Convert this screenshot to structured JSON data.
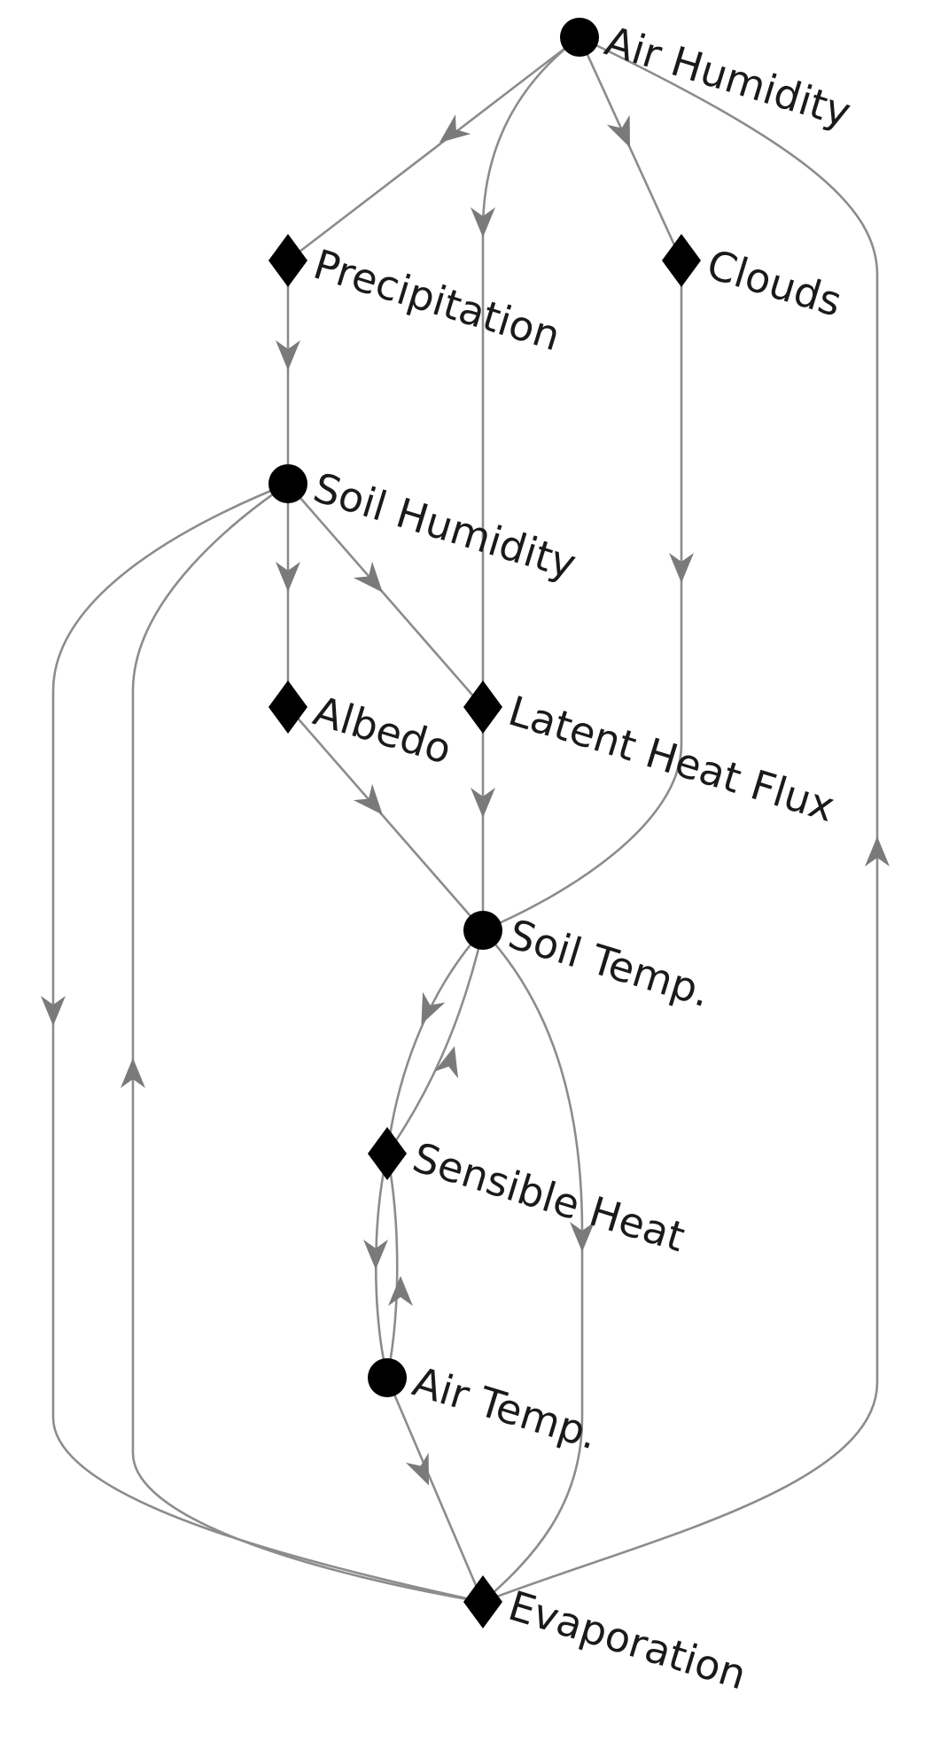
{
  "diagram": {
    "type": "directed-graph",
    "nodes": [
      {
        "id": "air-humidity",
        "label": "Air Humidity",
        "shape": "circle"
      },
      {
        "id": "precipitation",
        "label": "Precipitation",
        "shape": "diamond"
      },
      {
        "id": "clouds",
        "label": "Clouds",
        "shape": "diamond"
      },
      {
        "id": "soil-humidity",
        "label": "Soil Humidity",
        "shape": "circle"
      },
      {
        "id": "albedo",
        "label": "Albedo",
        "shape": "diamond"
      },
      {
        "id": "latent-heat-flux",
        "label": "Latent Heat Flux",
        "shape": "diamond"
      },
      {
        "id": "soil-temp",
        "label": "Soil Temp.",
        "shape": "circle"
      },
      {
        "id": "sensible-heat",
        "label": "Sensible Heat",
        "shape": "diamond"
      },
      {
        "id": "air-temp",
        "label": "Air Temp.",
        "shape": "circle"
      },
      {
        "id": "evaporation",
        "label": "Evaporation",
        "shape": "diamond"
      }
    ],
    "edges": [
      {
        "from": "air-humidity",
        "to": "precipitation"
      },
      {
        "from": "air-humidity",
        "to": "clouds"
      },
      {
        "from": "air-humidity",
        "to": "latent-heat-flux"
      },
      {
        "from": "evaporation",
        "to": "air-humidity"
      },
      {
        "from": "precipitation",
        "to": "soil-humidity"
      },
      {
        "from": "soil-humidity",
        "to": "albedo"
      },
      {
        "from": "soil-humidity",
        "to": "latent-heat-flux"
      },
      {
        "from": "soil-humidity",
        "to": "evaporation"
      },
      {
        "from": "evaporation",
        "to": "soil-humidity"
      },
      {
        "from": "clouds",
        "to": "soil-temp"
      },
      {
        "from": "albedo",
        "to": "soil-temp"
      },
      {
        "from": "latent-heat-flux",
        "to": "soil-temp"
      },
      {
        "from": "soil-temp",
        "to": "sensible-heat"
      },
      {
        "from": "sensible-heat",
        "to": "soil-temp"
      },
      {
        "from": "soil-temp",
        "to": "evaporation"
      },
      {
        "from": "sensible-heat",
        "to": "air-temp"
      },
      {
        "from": "air-temp",
        "to": "sensible-heat"
      },
      {
        "from": "air-temp",
        "to": "evaporation"
      }
    ]
  }
}
